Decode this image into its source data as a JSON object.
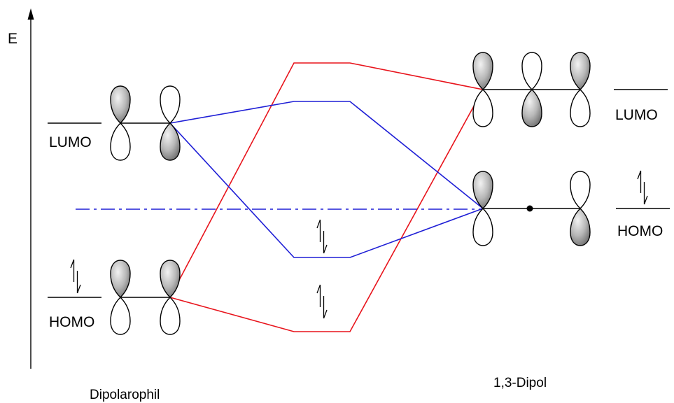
{
  "axis": {
    "label": "E"
  },
  "left": {
    "lumo_label": "LUMO",
    "homo_label": "HOMO",
    "name": "Dipolarophil"
  },
  "right": {
    "lumo_label": "LUMO",
    "homo_label": "HOMO",
    "name": "1,3-Dipol"
  },
  "colors": {
    "red_interaction": "#e8141c",
    "blue_interaction": "#1f1fd6",
    "dashed_line": "#1f1fd6",
    "lobe_fill": "#a8a8a8"
  }
}
